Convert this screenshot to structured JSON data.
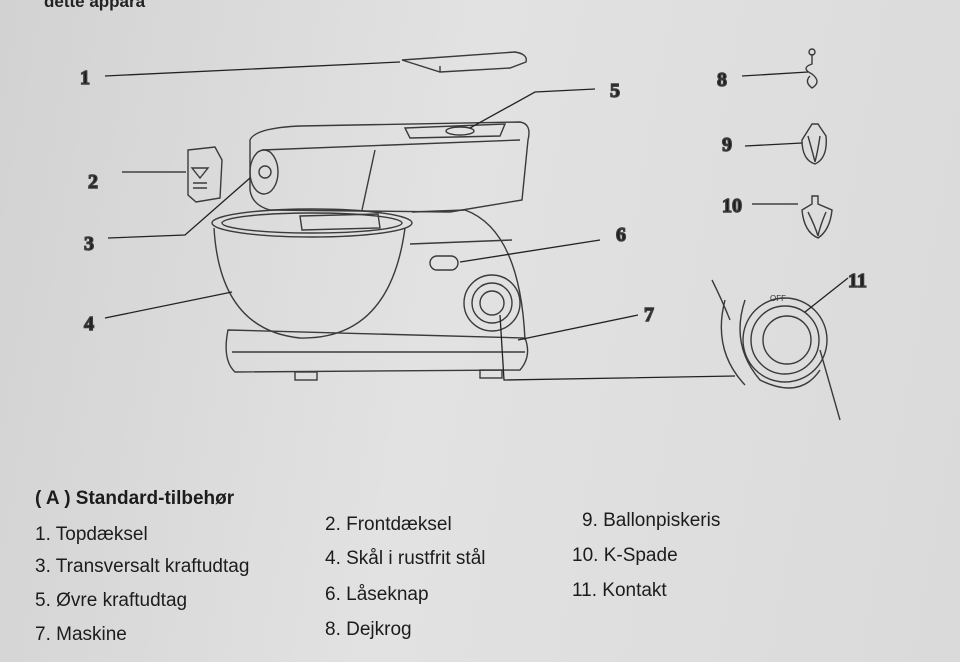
{
  "page_fragment": "dette appara",
  "diagram": {
    "labels": [
      "1",
      "2",
      "3",
      "4",
      "5",
      "6",
      "7",
      "8",
      "9",
      "10",
      "11"
    ],
    "off_label": "OFF"
  },
  "section": {
    "title": "( A ) Standard-tilbehør",
    "parts": [
      "1. Topdæksel",
      "2. Frontdæksel",
      "3. Transversalt kraftudtag",
      "4. Skål i rustfrit stål",
      "5. Øvre kraftudtag",
      "6. Låseknap",
      "7. Maskine",
      "8. Dejkrog",
      "9. Ballonpiskeris",
      "10. K-Spade",
      "11. Kontakt"
    ]
  }
}
